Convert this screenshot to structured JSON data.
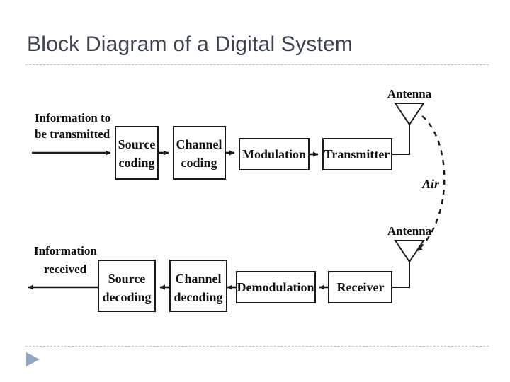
{
  "slide": {
    "title": "Block Diagram of a Digital System",
    "title_color": "#3c4350",
    "background_color": "#ffffff",
    "rule_color": "#b9bec9",
    "marker_color": "#8fa6c4"
  },
  "diagram": {
    "line_color": "#1a1a1a",
    "box_fill": "#ffffff",
    "transmit_chain": {
      "input_label_line1": "Information to",
      "input_label_line2": "be transmitted",
      "blocks": [
        {
          "line1": "Source",
          "line2": "coding"
        },
        {
          "line1": "Channel",
          "line2": "coding"
        },
        {
          "line1": "Modulation",
          "line2": ""
        },
        {
          "line1": "Transmitter",
          "line2": ""
        }
      ],
      "antenna_label": "Antenna"
    },
    "medium": {
      "label": "Air"
    },
    "receive_chain": {
      "antenna_label": "Antenna",
      "blocks": [
        {
          "line1": "Receiver",
          "line2": ""
        },
        {
          "line1": "Demodulation",
          "line2": ""
        },
        {
          "line1": "Channel",
          "line2": "decoding"
        },
        {
          "line1": "Source",
          "line2": "decoding"
        }
      ],
      "output_label_line1": "Information",
      "output_label_line2": "received"
    }
  }
}
